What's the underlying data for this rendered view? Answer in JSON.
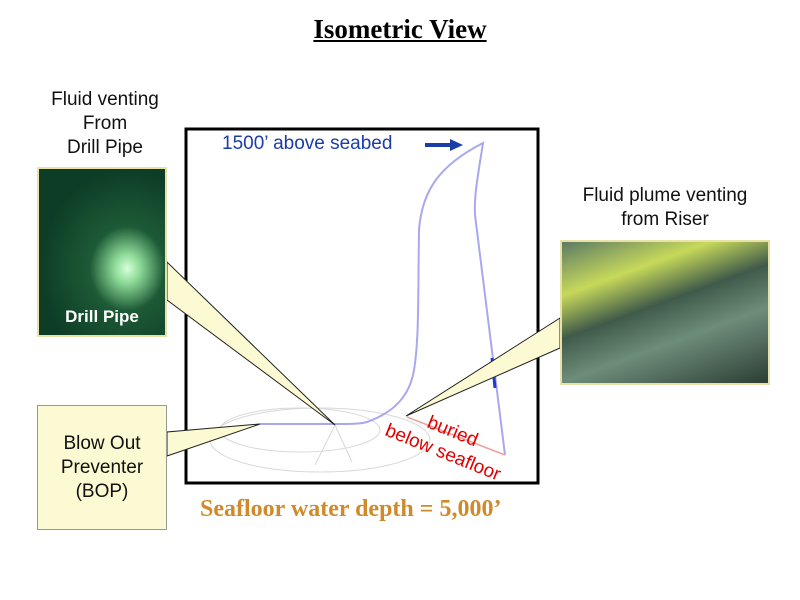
{
  "title": "Isometric View",
  "labels": {
    "drill_pipe_venting": [
      "Fluid venting",
      "From",
      "Drill Pipe"
    ],
    "drill_pipe_photo": "Drill Pipe",
    "riser_plume": [
      "Fluid plume venting",
      "from Riser"
    ],
    "bop": [
      "Blow Out",
      "Preventer",
      "(BOP)"
    ],
    "above_seabed": "1500’ above seabed",
    "buried": "buried",
    "below_seafloor": "below seafloor",
    "depth": "Seafloor water depth = 5,000’"
  },
  "colors": {
    "curve": "#a8a8f0",
    "blue_text": "#1a3da8",
    "red_text": "#e00000",
    "depth_text": "#d08a2a",
    "callout": "#fcfad2"
  }
}
